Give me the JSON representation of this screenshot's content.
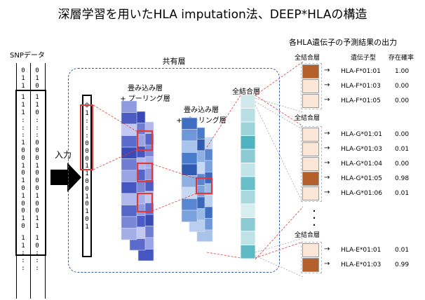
{
  "title": "深層学習を用いたHLA imputation法、DEEP*HLAの構造",
  "snp": {
    "label": "SNPデータ",
    "col1_top": [
      "0",
      "1",
      "1"
    ],
    "col1_main": [
      "1",
      "1",
      "1",
      ":",
      ":",
      ":",
      "1",
      "0",
      "0",
      "1",
      "0",
      "1",
      "0",
      "1",
      "0",
      "0",
      "1",
      "0"
    ],
    "col1_bottom": [
      "1",
      "1",
      ":",
      ":",
      ":"
    ],
    "col2_top": [
      "0",
      "1",
      "0"
    ],
    "col2_main": [
      "1",
      "1",
      "0",
      ":",
      ":",
      ":",
      "0",
      "0",
      "0",
      "1",
      "0",
      "0",
      "0",
      "1",
      "0",
      "0",
      "1",
      "1"
    ],
    "col2_bottom": [
      "1",
      "0",
      ":",
      ":",
      ":"
    ]
  },
  "input_label": "入力",
  "input_col": [
    "0",
    "1",
    ":",
    ":",
    ":",
    "0",
    "0",
    "0",
    "1",
    "1",
    "0",
    "0",
    "1",
    "0",
    "1",
    "0",
    "1"
  ],
  "shared_label": "共有層",
  "conv1_label": [
    "畳み込み層",
    "+ プーリング層"
  ],
  "conv2_label": [
    "畳み込み層",
    "+ プーリング層"
  ],
  "fc_label": "全結合層",
  "output": {
    "title": "各HLA遺伝子の予測結果の出力",
    "col_layer": "全結合層",
    "col_allele": "遺伝子型",
    "col_prob": "存在確率",
    "groups": [
      {
        "label": "全結合層",
        "rows": [
          {
            "allele": "HLA-F*01:01",
            "prob": "1.00",
            "color": "#b5602a"
          },
          {
            "allele": "HLA-F*01:03",
            "prob": "0.00",
            "color": "#fbe6d8"
          },
          {
            "allele": "HLA-F*01:05",
            "prob": "0.00",
            "color": "#fbe6d8"
          }
        ]
      },
      {
        "label": "全結合層",
        "rows": [
          {
            "allele": "HLA-G*01:01",
            "prob": "0.00",
            "color": "#fbe6d8"
          },
          {
            "allele": "HLA-G*01:03",
            "prob": "0.01",
            "color": "#fbe6d8"
          },
          {
            "allele": "HLA-G*01:04",
            "prob": "0.00",
            "color": "#fbe6d8"
          },
          {
            "allele": "HLA-G*01:05",
            "prob": "0.98",
            "color": "#b5602a"
          },
          {
            "allele": "HLA-G*01:06",
            "prob": "0.01",
            "color": "#fbe6d8"
          }
        ]
      },
      {
        "label": "全結合層",
        "rows": [
          {
            "allele": "HLA-E*01:01",
            "prob": "0.01",
            "color": "#fbe6d8"
          },
          {
            "allele": "HLA-E*01:03",
            "prob": "0.99",
            "color": "#b5602a"
          }
        ]
      }
    ]
  },
  "colors": {
    "dashed_box": "#2f5aa8",
    "highlight": "#e03a3a",
    "arrow": "#000000"
  }
}
